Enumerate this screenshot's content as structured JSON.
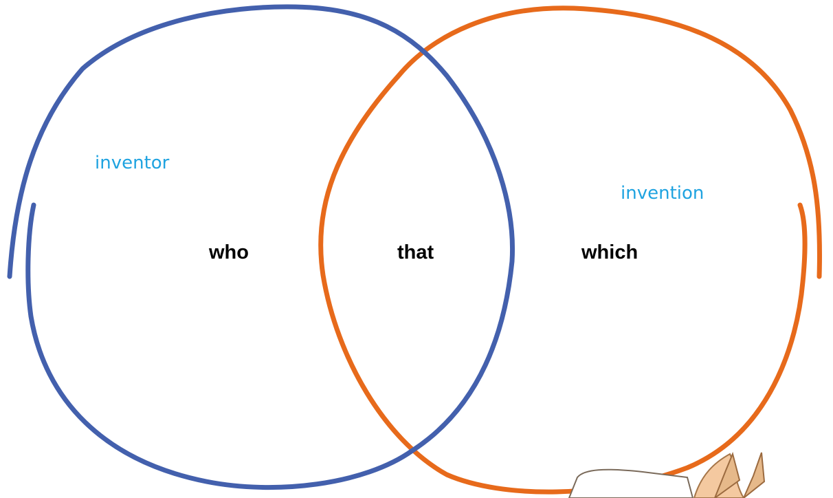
{
  "diagram": {
    "type": "venn",
    "sets": {
      "left": {
        "name": "inventor",
        "color": "#4360AD"
      },
      "right": {
        "name": "invention",
        "color": "#E76A1B"
      }
    },
    "regions": {
      "left_only": "who",
      "overlap": "that",
      "right_only": "which"
    },
    "set_label_color": "#1FA3E0",
    "region_label_color": "#000000",
    "decoration": "cartoon-character"
  }
}
